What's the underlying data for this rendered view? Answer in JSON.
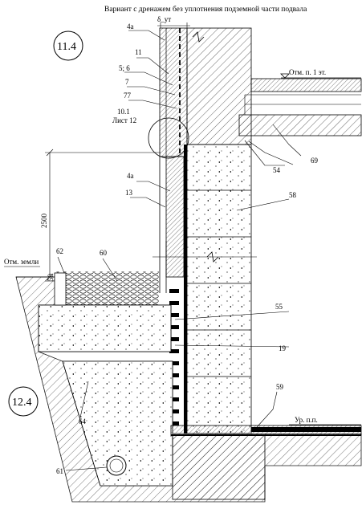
{
  "title": "Вариант с дренажем без уплотнения подземной части подвала",
  "dimension_top": "δ_ут",
  "circles": {
    "top": "11.4",
    "bottom": "12.4"
  },
  "levels": {
    "floor1": "Отм. п. 1 эт.",
    "ground": "Отм. земли",
    "basement_floor": "Ур. п.п."
  },
  "dimensions": {
    "height": "2500",
    "offset": "50"
  },
  "callouts": {
    "c4a_top": "4а",
    "c11": "11",
    "c5_6": "5; 6",
    "c7": "7",
    "c77": "77",
    "ref1": "10.1",
    "ref2": "Лист 12",
    "c4a_mid": "4а",
    "c13": "13",
    "c62": "62",
    "c60": "60",
    "c69": "69",
    "c54": "54",
    "c58": "58",
    "c55": "55",
    "c19": "19",
    "c59": "59",
    "c64": "64",
    "c61": "61"
  }
}
